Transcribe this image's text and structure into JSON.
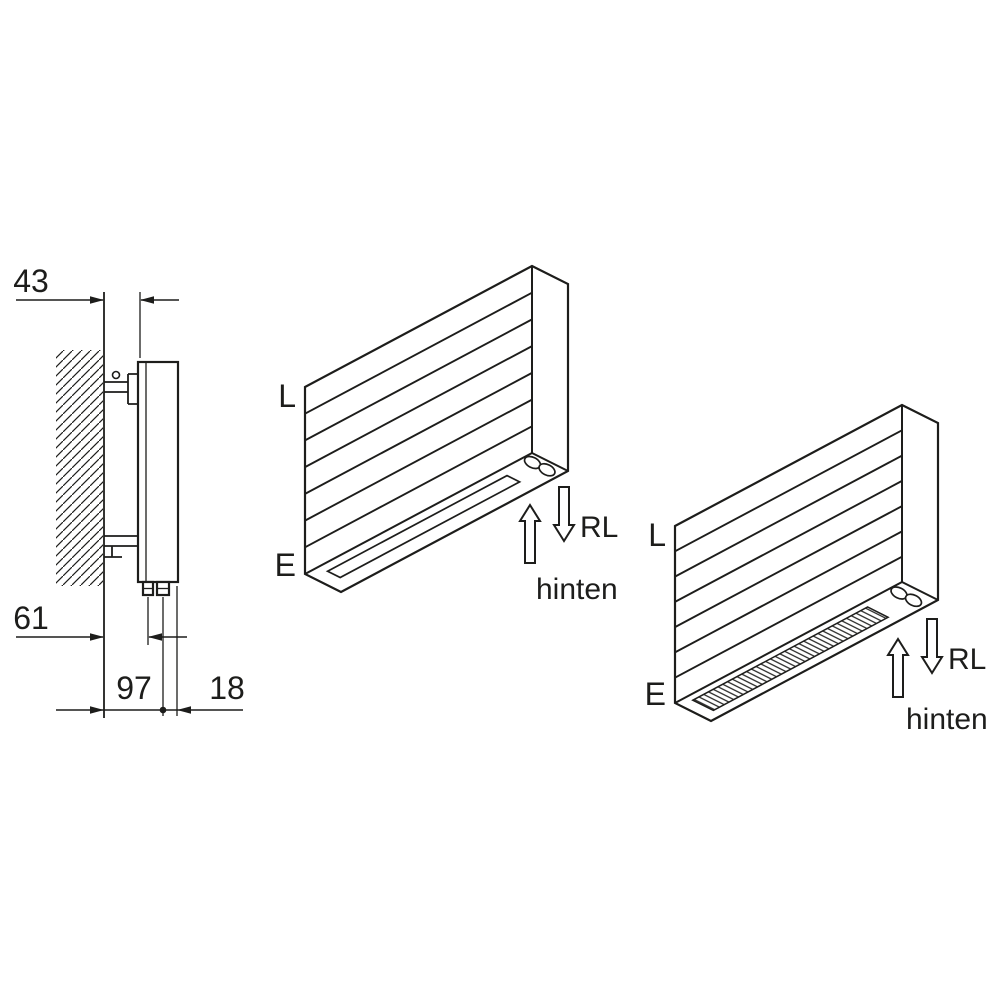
{
  "colors": {
    "line": "#1d1d1b",
    "background": "#ffffff"
  },
  "side_view": {
    "dim_top": "43",
    "dim_middle": "61",
    "dim_bottom_inner": "97",
    "dim_bottom_outer": "18"
  },
  "iso_view_slot": {
    "label_top": "L",
    "label_bottom": "E",
    "flow_label": "RL",
    "position_label": "hinten"
  },
  "iso_view_grille": {
    "label_top": "L",
    "label_bottom": "E",
    "flow_label": "RL",
    "position_label": "hinten"
  }
}
